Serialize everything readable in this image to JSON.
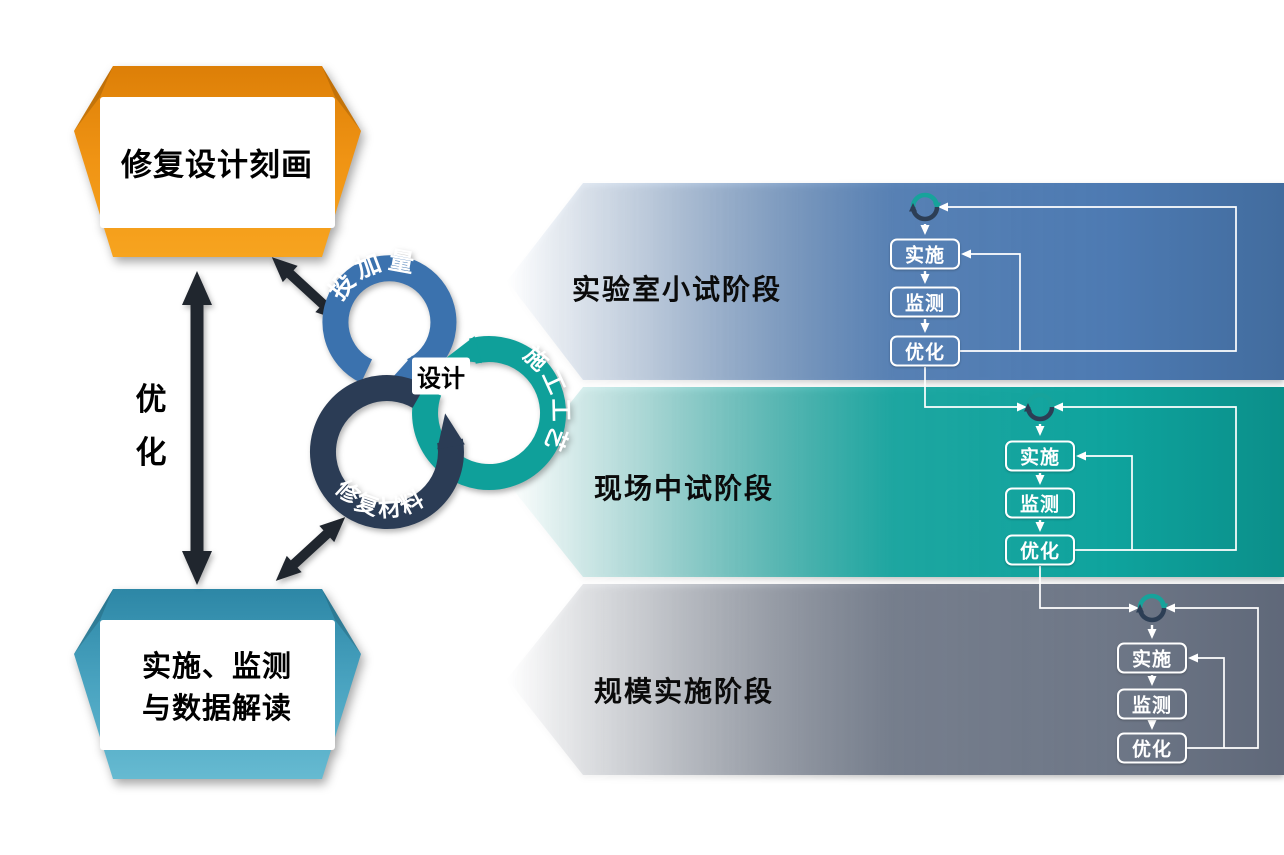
{
  "colors": {
    "orange_banner": "#f09414",
    "teal_banner": "#49a3c0",
    "arrow_dark": "#20262e",
    "ring_blue": "#3b72ae",
    "ring_teal": "#0fa09a",
    "ring_navy": "#2b3c55",
    "stage1_band": "#4d7ab2",
    "stage2_band": "#0ea39d",
    "stage3_band": "#6e7787",
    "flow_line": "#ffffff"
  },
  "icons": {
    "refresh_cycle": "two interlocking circular arrows (teal + navy)"
  },
  "left_flow": {
    "top_banner": "修复设计刻画",
    "bottom_banner_line1": "实施、监测",
    "bottom_banner_line2": "与数据解读",
    "optimize_char1": "优",
    "optimize_char2": "化"
  },
  "design_cycle": {
    "center_label": "设计",
    "dosage_label": "投加量",
    "process_label": "施工工艺",
    "material_label": "修复材料"
  },
  "stages": [
    {
      "label": "实验室小试阶段",
      "color": "#4d7ab2",
      "steps": [
        "实施",
        "监测",
        "优化"
      ]
    },
    {
      "label": "现场中试阶段",
      "color": "#0ea39d",
      "steps": [
        "实施",
        "监测",
        "优化"
      ]
    },
    {
      "label": "规模实施阶段",
      "color": "#6e7787",
      "steps": [
        "实施",
        "监测",
        "优化"
      ]
    }
  ]
}
